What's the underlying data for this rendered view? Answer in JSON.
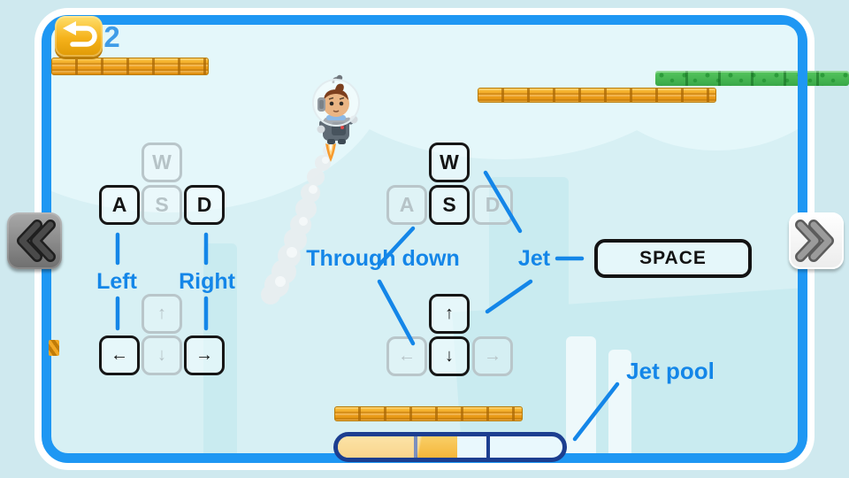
{
  "level": "02",
  "labels": {
    "left": "Left",
    "right": "Right",
    "through_down": "Through down",
    "jet": "Jet",
    "jet_pool": "Jet pool"
  },
  "keys": {
    "w": "W",
    "a": "A",
    "s": "S",
    "d": "D",
    "up": "↑",
    "down": "↓",
    "left": "←",
    "right": "→",
    "space": "SPACE"
  },
  "legend": [
    {
      "action": "Left",
      "keys": [
        "A",
        "←"
      ]
    },
    {
      "action": "Right",
      "keys": [
        "D",
        "→"
      ]
    },
    {
      "action": "Through down",
      "keys": [
        "S",
        "↓"
      ]
    },
    {
      "action": "Jet",
      "keys": [
        "W",
        "↑",
        "SPACE"
      ]
    }
  ],
  "jet_pool": {
    "label": "Jet pool",
    "fill_percent": 53,
    "segments": 3
  },
  "icons": {
    "back": "return-arrow",
    "prev": "double-chevron-left",
    "next": "double-chevron-right"
  },
  "colors": {
    "accent_blue": "#1486e8",
    "frame_blue": "#1e97f3",
    "wood_orange": "#f0a21f",
    "grass_green": "#3fae4c",
    "pool_fill": "#f5b63a",
    "pool_border": "#1c3e90",
    "back_button_gold": "#f5b21a"
  }
}
